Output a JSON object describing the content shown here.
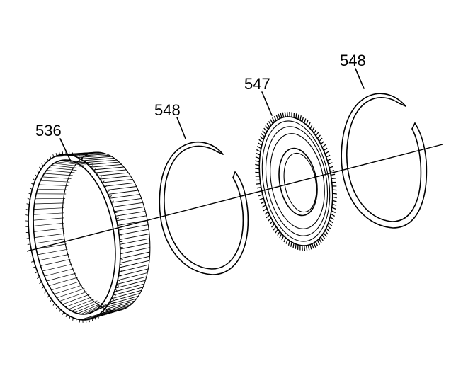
{
  "callouts": {
    "drum": "536",
    "snap_ring_left": "548",
    "plate": "547",
    "snap_ring_right": "548"
  },
  "colors": {
    "line": "#000000",
    "background": "#ffffff"
  }
}
